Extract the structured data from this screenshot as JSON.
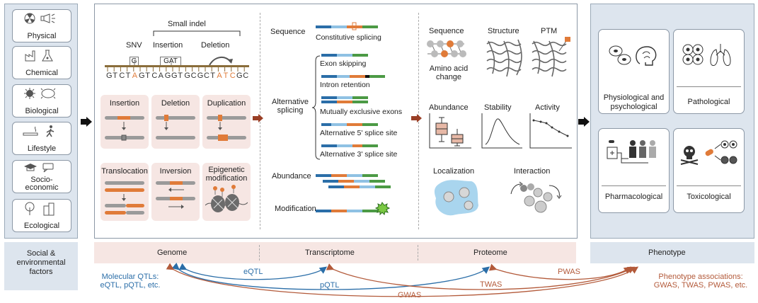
{
  "left": {
    "factors": [
      {
        "label": "Physical",
        "icon": "radiation-megaphone-icon"
      },
      {
        "label": "Chemical",
        "icon": "factory-flask-icon"
      },
      {
        "label": "Biological",
        "icon": "virus-bacteria-icon"
      },
      {
        "label": "Lifestyle",
        "icon": "cigarette-runner-icon"
      },
      {
        "label": "Socio-\neconomic",
        "icon": "graduation-chat-icon"
      },
      {
        "label": "Ecological",
        "icon": "tree-building-icon"
      }
    ],
    "footer": "Social &\nenvironmental\nfactors"
  },
  "genome": {
    "small_indel": "Small indel",
    "snv": "SNV",
    "insertion": "Insertion",
    "deletion": "Deletion",
    "ref_base": "G",
    "insert_seq": "GAT",
    "sequence": [
      "G",
      "T",
      "C",
      "T",
      "A",
      "G",
      "T",
      "C",
      "A",
      "G",
      "G",
      "T",
      "G",
      "C",
      "G",
      "C",
      "T",
      "A",
      "T",
      "C",
      "G",
      "C"
    ],
    "highlight": [
      4,
      17,
      18,
      19
    ],
    "cards": [
      "Insertion",
      "Deletion",
      "Duplication",
      "Translocation",
      "Inversion",
      "Epigenetic\nmodification"
    ]
  },
  "transcriptome": {
    "sequence": "Sequence",
    "constitutive": "Constitutive splicing",
    "alternative": "Alternative\nsplicing",
    "events": [
      "Exon skipping",
      "Intron retention",
      "Mutually exclusive exons",
      "Alternative 5' splice site",
      "Alternative 3' splice site"
    ],
    "abundance": "Abundance",
    "modification": "Modification"
  },
  "proteome": {
    "sequence": "Sequence",
    "structure": "Structure",
    "ptm": "PTM",
    "amino": "Amino acid\nchange",
    "abundance": "Abundance",
    "stability": "Stability",
    "activity": "Activity",
    "localization": "Localization",
    "interaction": "Interaction"
  },
  "phenotype": {
    "cards": [
      "Physiological and\npsychological",
      "Pathological",
      "Pharmacological",
      "Toxicological"
    ],
    "footer": "Phenotype"
  },
  "bottom": {
    "genome": "Genome",
    "transcriptome": "Transcriptome",
    "proteome": "Proteome",
    "qtl_note": "Molecular QTLs:\neQTL, pQTL, etc.",
    "assoc_note": "Phenotype associations:\nGWAS, TWAS, PWAS, etc.",
    "eqtl": "eQTL",
    "pqtl": "pQTL",
    "gwas": "GWAS",
    "twas": "TWAS",
    "pwas": "PWAS"
  },
  "colors": {
    "orange": "#e07b39",
    "blue": "#2b6ea8",
    "lightblue": "#8fc1e3",
    "green": "#4c9a45",
    "brown": "#b35a3a",
    "panel": "#dde5ee",
    "card": "#f6e6e3"
  }
}
